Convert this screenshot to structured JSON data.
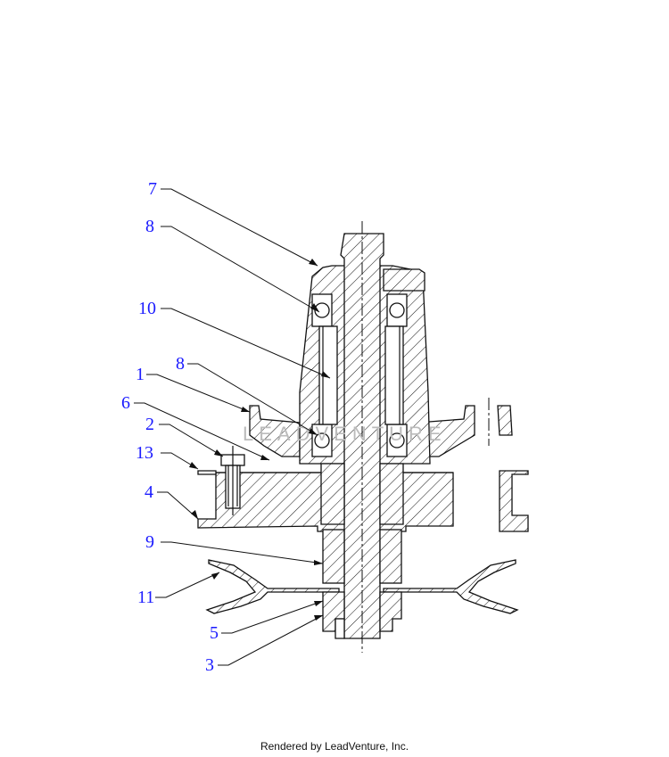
{
  "callouts": [
    {
      "id": "c7",
      "label": "7"
    },
    {
      "id": "c8a",
      "label": "8"
    },
    {
      "id": "c10",
      "label": "10"
    },
    {
      "id": "c1",
      "label": "1"
    },
    {
      "id": "c8b",
      "label": "8"
    },
    {
      "id": "c6",
      "label": "6"
    },
    {
      "id": "c2",
      "label": "2"
    },
    {
      "id": "c13",
      "label": "13"
    },
    {
      "id": "c4",
      "label": "4"
    },
    {
      "id": "c9",
      "label": "9"
    },
    {
      "id": "c11",
      "label": "11"
    },
    {
      "id": "c5",
      "label": "5"
    },
    {
      "id": "c3",
      "label": "3"
    }
  ],
  "watermark": "LEADVENTURE",
  "footer": "Rendered by LeadVenture, Inc.",
  "colors": {
    "callout_text": "#1a1aff",
    "line": "#111111"
  }
}
